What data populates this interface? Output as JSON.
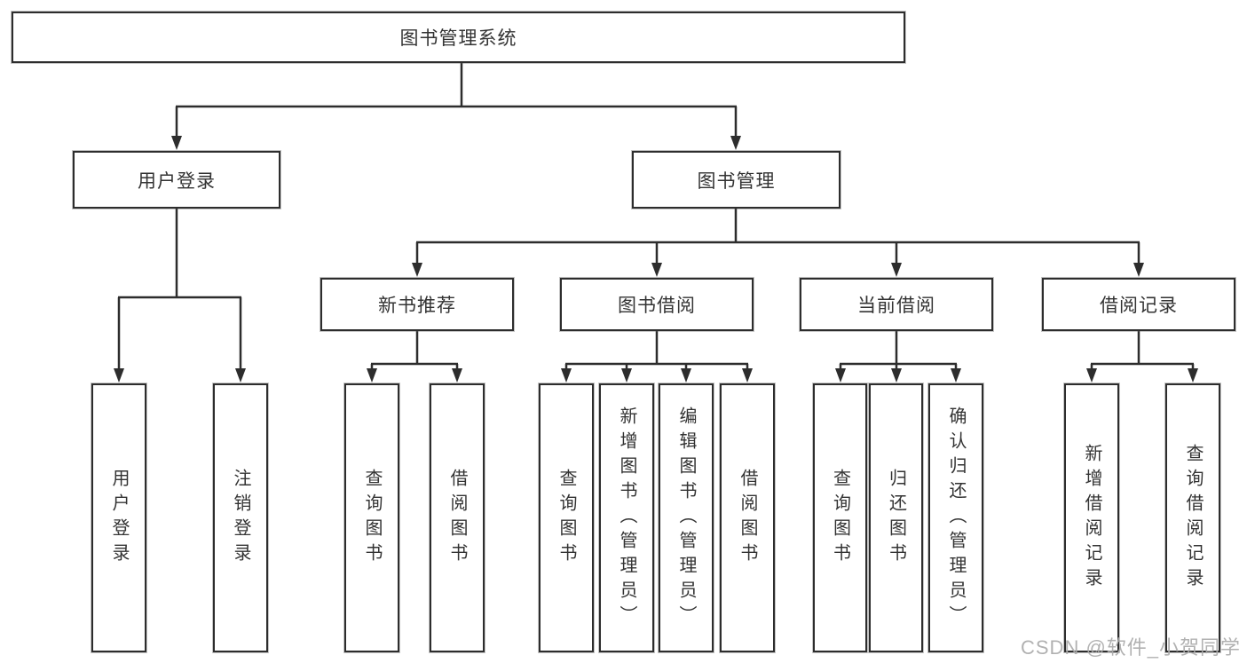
{
  "diagram": {
    "title": "图书管理系统",
    "root": {
      "label": "图书管理系统"
    },
    "level2": [
      {
        "label": "用户登录"
      },
      {
        "label": "图书管理"
      }
    ],
    "level3": [
      {
        "label": "新书推荐"
      },
      {
        "label": "图书借阅"
      },
      {
        "label": "当前借阅"
      },
      {
        "label": "借阅记录"
      }
    ],
    "leaves": {
      "user": [
        "用户登录",
        "注销登录"
      ],
      "recommend": [
        "查询图书",
        "借阅图书"
      ],
      "borrow": [
        "查询图书",
        "新增图书（管理员）",
        "编辑图书（管理员）",
        "借阅图书"
      ],
      "current": [
        "查询图书",
        "归还图书",
        "确认归还（管理员）"
      ],
      "records": [
        "新增借阅记录",
        "查询借阅记录"
      ]
    }
  },
  "watermark": {
    "text": "CSDN @软件_小贺同学"
  },
  "colors": {
    "line": "#2d2d2d",
    "box_border": "#2d2d2d",
    "text": "#333333",
    "watermark": "#ababab",
    "background": "#ffffff"
  }
}
